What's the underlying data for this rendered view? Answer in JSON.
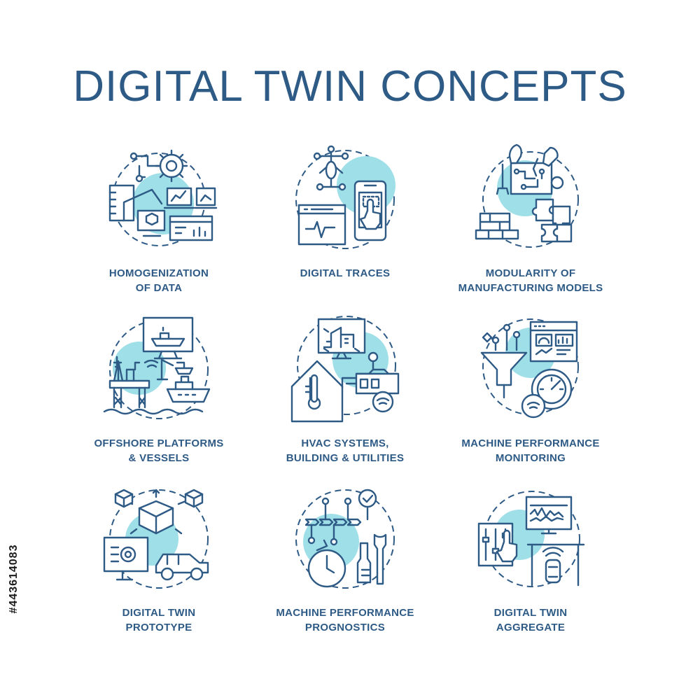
{
  "title": "DIGITAL TWIN CONCEPTS",
  "concepts": [
    {
      "line1": "HOMOGENIZATION",
      "line2": "OF DATA",
      "icon": "data-homogenization-icon"
    },
    {
      "line1": "DIGITAL TRACES",
      "line2": "",
      "icon": "digital-traces-icon"
    },
    {
      "line1": "MODULARITY OF",
      "line2": "MANUFACTURING MODELS",
      "icon": "modularity-icon"
    },
    {
      "line1": "OFFSHORE PLATFORMS",
      "line2": "& VESSELS",
      "icon": "offshore-platform-icon"
    },
    {
      "line1": "HVAC SYSTEMS,",
      "line2": "BUILDING & UTILITIES",
      "icon": "hvac-building-icon"
    },
    {
      "line1": "MACHINE PERFORMANCE",
      "line2": "MONITORING",
      "icon": "performance-monitoring-icon"
    },
    {
      "line1": "DIGITAL TWIN",
      "line2": "PROTOTYPE",
      "icon": "twin-prototype-icon"
    },
    {
      "line1": "MACHINE PERFORMANCE",
      "line2": "PROGNOSTICS",
      "icon": "prognostics-icon"
    },
    {
      "line1": "DIGITAL TWIN",
      "line2": "AGGREGATE",
      "icon": "twin-aggregate-icon"
    }
  ],
  "stock_id": "#443614083",
  "colors": {
    "text": "#2e5a86",
    "accent": "#9fdfe8",
    "background": "#ffffff"
  }
}
